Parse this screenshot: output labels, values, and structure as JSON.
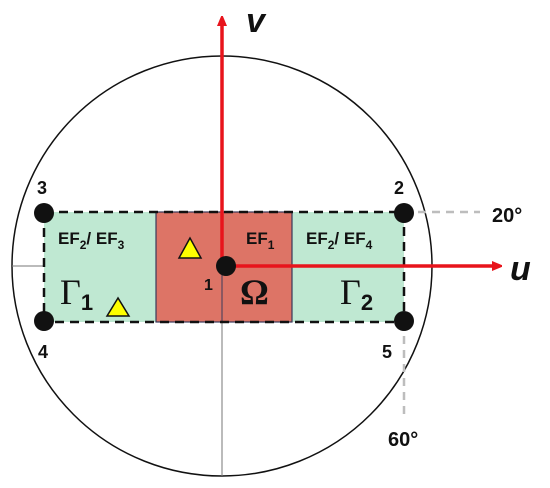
{
  "axes": {
    "horizontal_label": "u",
    "vertical_label": "v"
  },
  "regions": {
    "left": {
      "top_label_a": "EF",
      "top_label_a_sub": "2",
      "top_label_sep": "/ EF",
      "top_label_b_sub": "3",
      "gamma_symbol": "Γ",
      "gamma_sub": "1"
    },
    "center": {
      "top_label": "EF",
      "top_label_sub": "1",
      "omega_symbol": "Ω"
    },
    "right": {
      "top_label_a": "EF",
      "top_label_a_sub": "2",
      "top_label_sep": "/ EF",
      "top_label_b_sub": "4",
      "gamma_symbol": "Γ",
      "gamma_sub": "2"
    }
  },
  "points": [
    {
      "id": "1"
    },
    {
      "id": "2"
    },
    {
      "id": "3"
    },
    {
      "id": "4"
    },
    {
      "id": "5"
    }
  ],
  "angles": {
    "upper": "20°",
    "lower": "60°"
  },
  "colors": {
    "axis_red": "#e8141c",
    "omega_fill": "#dd7466",
    "gamma_fill": "#bfe8d2",
    "triangle_fill": "#ffff00",
    "dash_gray": "#bdbdbd"
  }
}
